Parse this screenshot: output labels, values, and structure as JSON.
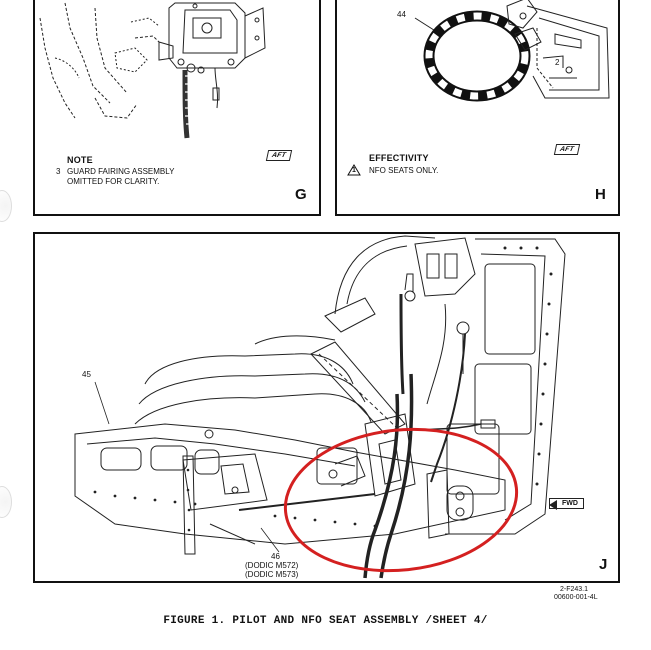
{
  "panels": {
    "g": {
      "letter": "G",
      "note_title": "NOTE",
      "note_number": "3",
      "note_text": "GUARD FAIRING ASSEMBLY\nOMITTED FOR CLARITY.",
      "direction_badge": "AFT"
    },
    "h": {
      "letter": "H",
      "callout": "44",
      "callout_small": "2",
      "effectivity_title": "EFFECTIVITY",
      "effectivity_number": "1",
      "effectivity_text": "NFO SEATS ONLY.",
      "direction_badge": "AFT"
    },
    "j": {
      "letter": "J",
      "callout_45": "45",
      "callout_46": "46",
      "callout_46_sub1": "(DODIC M572)",
      "callout_46_sub2": "(DODIC M573)",
      "direction_badge": "FWD",
      "highlight_color": "#d42020"
    }
  },
  "reference_codes": {
    "line1": "2-F243.1",
    "line2": "00600-001-4L"
  },
  "caption": "FIGURE 1. PILOT AND NFO SEAT ASSEMBLY /SHEET 4/"
}
